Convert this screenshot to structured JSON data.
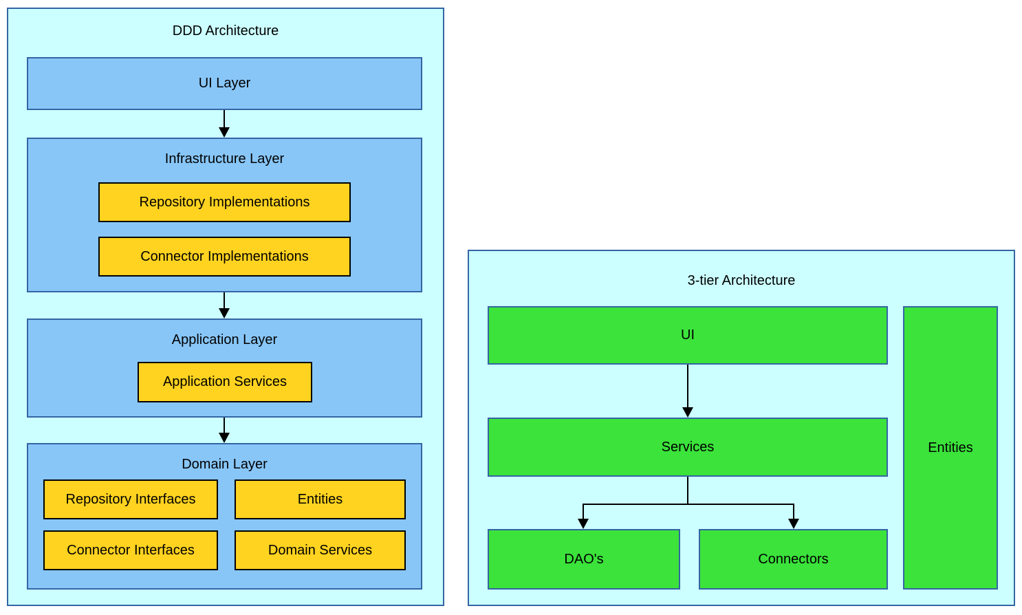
{
  "colors": {
    "page-bg": "#ffffff",
    "panel-fill": "#ccffff",
    "panel-border": "#3465a4",
    "layer-fill": "#88c6f8",
    "layer-border": "#3465a4",
    "component-fill": "#ffd320",
    "component-border": "#000000",
    "tier-fill": "#3be33b",
    "tier-border": "#3465a4",
    "arrow": "#000000",
    "text": "#000000"
  },
  "ddd_diagram": {
    "title": "DDD Architecture",
    "ui_layer_label": "UI Layer",
    "infrastructure_layer_label": "Infrastructure Layer",
    "repository_implementations_label": "Repository Implementations",
    "connector_implementations_label": "Connector Implementations",
    "application_layer_label": "Application Layer",
    "application_services_label": "Application Services",
    "domain_layer_label": "Domain Layer",
    "repository_interfaces_label": "Repository Interfaces",
    "entities_label": "Entities",
    "connector_interfaces_label": "Connector Interfaces",
    "domain_services_label": "Domain Services"
  },
  "tier_diagram": {
    "title": "3-tier Architecture",
    "ui_label": "UI",
    "services_label": "Services",
    "daos_label": "DAO's",
    "connectors_label": "Connectors",
    "entities_label": "Entities"
  }
}
